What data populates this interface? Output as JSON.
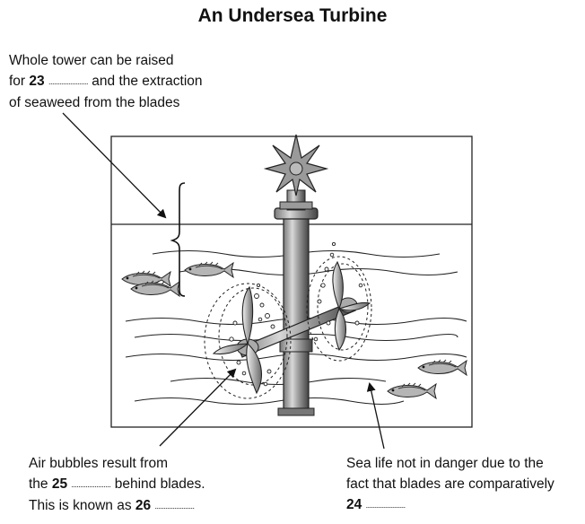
{
  "title": "An Undersea Turbine",
  "notes": {
    "top": {
      "line1": "Whole tower can be raised",
      "line2_prefix": "for ",
      "q_num": "23",
      "dots": "......................",
      "line2_suffix": " and the extraction",
      "line3": "of seaweed from the blades"
    },
    "left": {
      "line1": "Air bubbles result from",
      "line2_prefix": "the ",
      "q_num_a": "25",
      "dots_a": "......................",
      "line2_suffix": " behind blades.",
      "line3_prefix": "This is known as ",
      "q_num_b": "26",
      "dots_b": "......................"
    },
    "right": {
      "line1": "Sea life not in danger due to the",
      "line2": "fact that blades are comparatively",
      "q_num": "24",
      "dots": "......................"
    }
  }
}
